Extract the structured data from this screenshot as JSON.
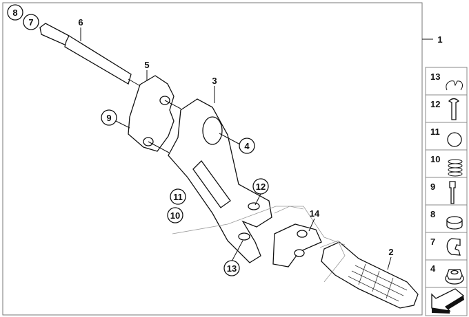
{
  "diagram": {
    "main_callouts": [
      {
        "id": "8",
        "circled": true
      },
      {
        "id": "7",
        "circled": true
      },
      {
        "id": "6",
        "circled": false
      },
      {
        "id": "5",
        "circled": false
      },
      {
        "id": "3",
        "circled": false
      },
      {
        "id": "9",
        "circled": true
      },
      {
        "id": "4",
        "circled": true
      },
      {
        "id": "12",
        "circled": true
      },
      {
        "id": "11",
        "circled": true
      },
      {
        "id": "10",
        "circled": true
      },
      {
        "id": "14",
        "circled": false
      },
      {
        "id": "13",
        "circled": true
      },
      {
        "id": "2",
        "circled": false
      },
      {
        "id": "1",
        "circled": false
      }
    ],
    "side_panel": [
      {
        "id": "13",
        "icon": "circlip-icon"
      },
      {
        "id": "12",
        "icon": "pin-icon"
      },
      {
        "id": "11",
        "icon": "ball-icon"
      },
      {
        "id": "10",
        "icon": "spring-icon"
      },
      {
        "id": "9",
        "icon": "screw-icon"
      },
      {
        "id": "8",
        "icon": "bushing-icon"
      },
      {
        "id": "7",
        "icon": "clip-icon"
      },
      {
        "id": "4",
        "icon": "nut-icon"
      },
      {
        "id": "",
        "icon": "arrow-icon"
      }
    ]
  }
}
